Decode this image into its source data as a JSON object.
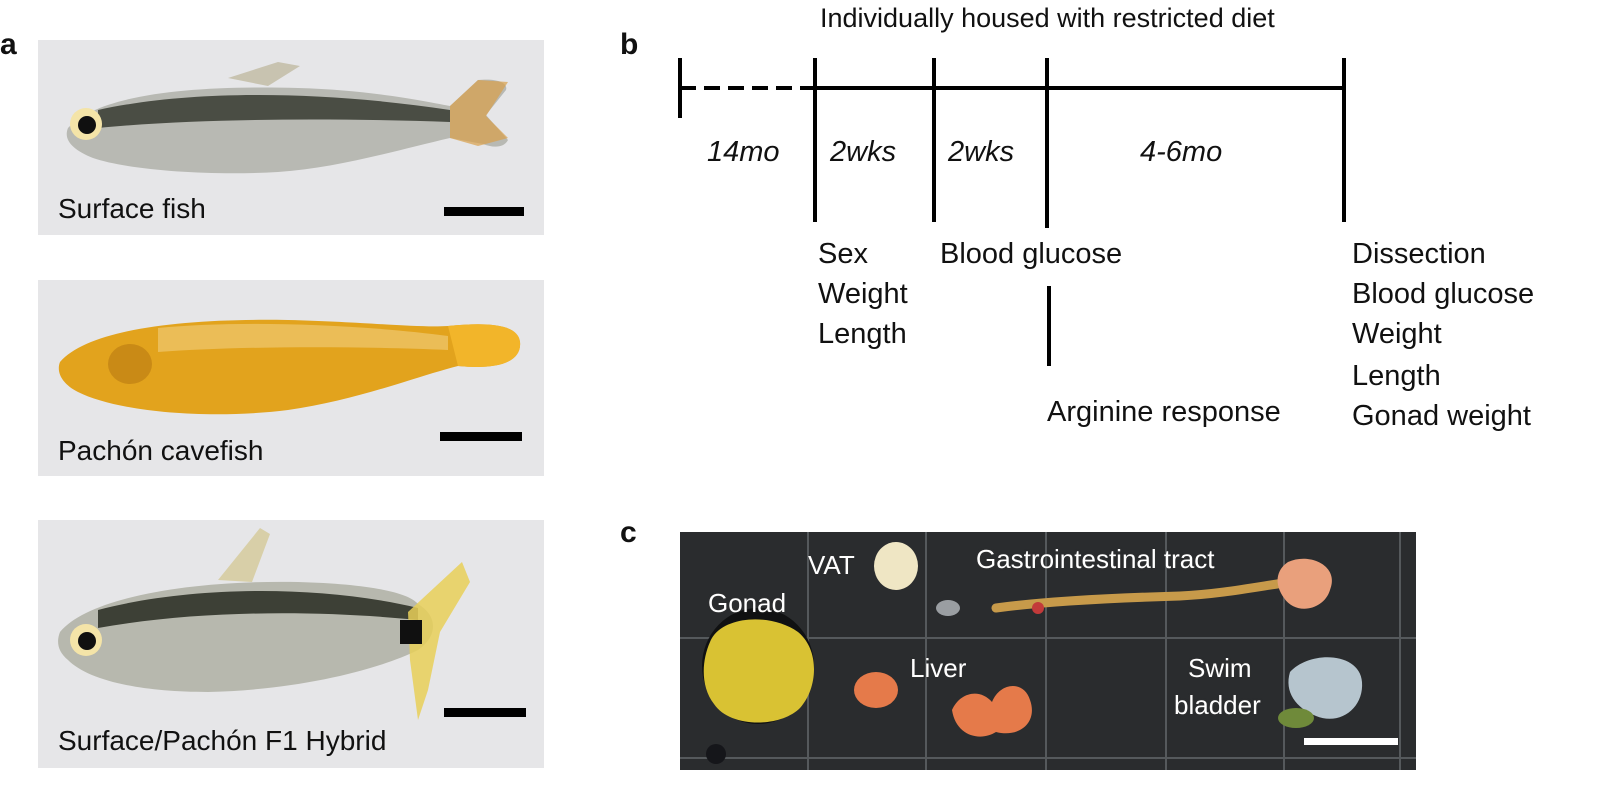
{
  "panels": {
    "a": {
      "letter": "a",
      "fish": [
        {
          "label": "Surface fish"
        },
        {
          "label": "Pachón cavefish"
        },
        {
          "label": "Surface/Pachón F1 Hybrid"
        }
      ]
    },
    "b": {
      "letter": "b",
      "title": "Individually housed with restricted diet",
      "durations": [
        "14mo",
        "2wks",
        "2wks",
        "4-6mo"
      ],
      "events": {
        "first": [
          "Sex",
          "Weight",
          "Length"
        ],
        "second": "Blood glucose",
        "third": "Arginine response",
        "final": [
          "Dissection",
          "Blood glucose",
          "Weight",
          "Length",
          "Gonad weight"
        ]
      }
    },
    "c": {
      "letter": "c",
      "labels": {
        "vat": "VAT",
        "gi": "Gastrointestinal tract",
        "gonad": "Gonad",
        "liver": "Liver",
        "swim_line1": "Swim",
        "swim_line2": "bladder"
      }
    }
  },
  "colors": {
    "photo_bg": "#e4e4e6",
    "surface_fish": "#b9b9b2",
    "cavefish": "#e0a21c",
    "tray": "#2a2c2e",
    "gonad": "#d9c233",
    "liver": "#e57a4a"
  }
}
